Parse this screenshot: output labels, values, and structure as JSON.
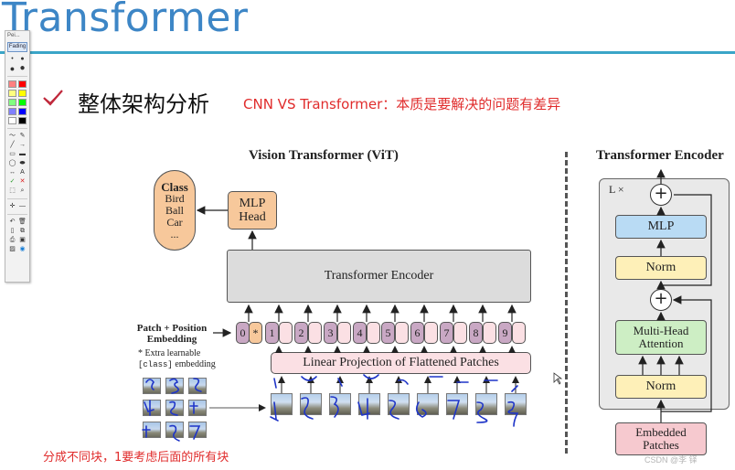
{
  "slide": {
    "title": "Transformer",
    "heading": "整体架构分析",
    "note": "CNN  VS   Transformer：本质是要解决的问题有差异",
    "bottom_note": "分成不同块，1要考虑后面的所有块",
    "watermark": "CSDN @李  铎"
  },
  "toolbar": {
    "title": "Pei...",
    "button_label": "Fading",
    "colors": [
      "#ff8080",
      "#ff0000",
      "#ffff80",
      "#ffff00",
      "#80ff80",
      "#00ff00",
      "#8080ff",
      "#0000ff",
      "#ffffff",
      "#000000"
    ]
  },
  "vit": {
    "title": "Vision Transformer (ViT)",
    "class_box": {
      "title": "Class",
      "items": [
        "Bird",
        "Ball",
        "Car",
        "..."
      ]
    },
    "mlp_head": "MLP Head",
    "encoder": "Transformer Encoder",
    "linear_projection": "Linear Projection of Flattened Patches",
    "patch_embed_label": "Patch + Position Embedding",
    "extra_learnable": "* Extra learnable",
    "class_embedding_code": "[class]",
    "class_embedding_text": " embedding",
    "tokens": [
      "0",
      "1",
      "2",
      "3",
      "4",
      "5",
      "6",
      "7",
      "8",
      "9"
    ],
    "star": "*"
  },
  "encoder_detail": {
    "title": "Transformer Encoder",
    "repeat": "L ×",
    "mlp": "MLP",
    "norm1": "Norm",
    "mha": "Multi-Head Attention",
    "norm2": "Norm",
    "embedded": "Embedded Patches",
    "plus": "+"
  }
}
